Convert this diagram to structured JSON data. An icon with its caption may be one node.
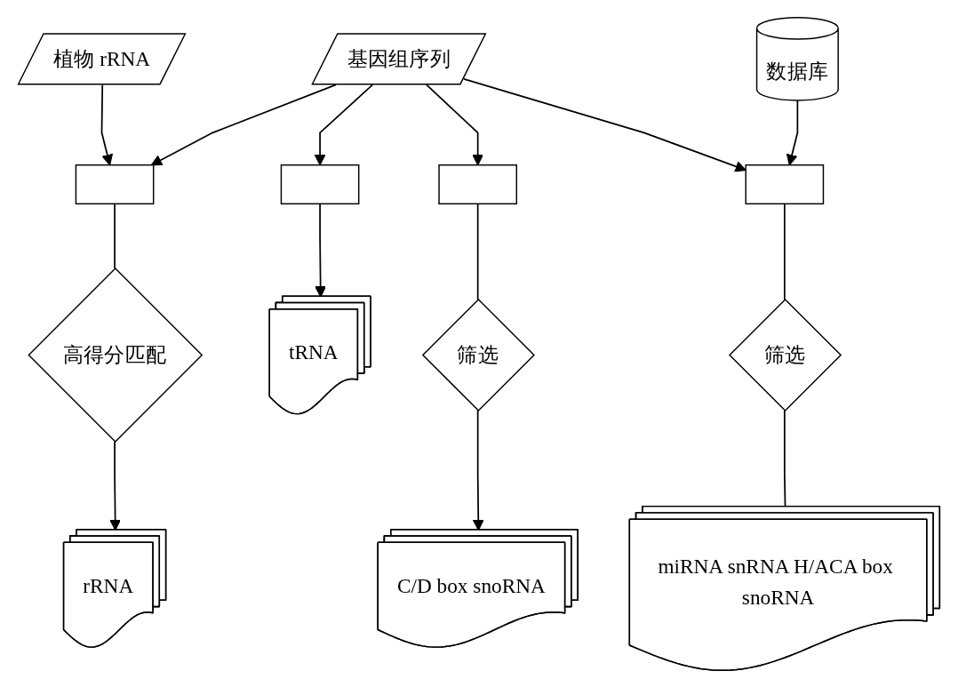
{
  "diagram": {
    "nodes": [
      {
        "text": [
          "植物 rRNA"
        ]
      },
      {
        "text": [
          "基因组序列"
        ]
      },
      {
        "text": [
          "数据库"
        ]
      },
      {
        "text": [],
        "shape": "box"
      },
      {
        "text": [],
        "shape": "box"
      },
      {
        "text": [],
        "shape": "box"
      },
      {
        "text": [],
        "shape": "box"
      },
      {
        "text": [
          "高得分匹配"
        ]
      },
      {
        "text": [
          "筛选"
        ]
      },
      {
        "text": [
          "筛选"
        ]
      },
      {
        "text": [
          "rRNA"
        ]
      },
      {
        "text": [
          "tRNA"
        ]
      },
      {
        "text": [
          "C/D box snoRNA"
        ]
      },
      {
        "text": [
          "miRNA snRNA H/ACA box snoRNA"
        ]
      }
    ],
    "edges": [
      {
        "from": 0,
        "to": 3,
        "arrow": "to"
      },
      {
        "from": 1,
        "to": 3,
        "arrow": "to"
      },
      {
        "from": 1,
        "to": 4,
        "arrow": "to"
      },
      {
        "from": 1,
        "to": 5,
        "arrow": "to"
      },
      {
        "from": 1,
        "to": 6,
        "arrow": "to"
      },
      {
        "from": 2,
        "to": 6,
        "arrow": "to"
      },
      {
        "from": 3,
        "to": 7,
        "arrow": "none"
      },
      {
        "from": 7,
        "to": 10,
        "arrow": "to"
      },
      {
        "from": 4,
        "to": 11,
        "arrow": "to"
      },
      {
        "from": 5,
        "to": 8,
        "arrow": "none"
      },
      {
        "from": 8,
        "to": 12,
        "arrow": "to"
      },
      {
        "from": 6,
        "to": 9,
        "arrow": "none"
      },
      {
        "from": 9,
        "to": 13,
        "arrow": "none"
      }
    ]
  }
}
